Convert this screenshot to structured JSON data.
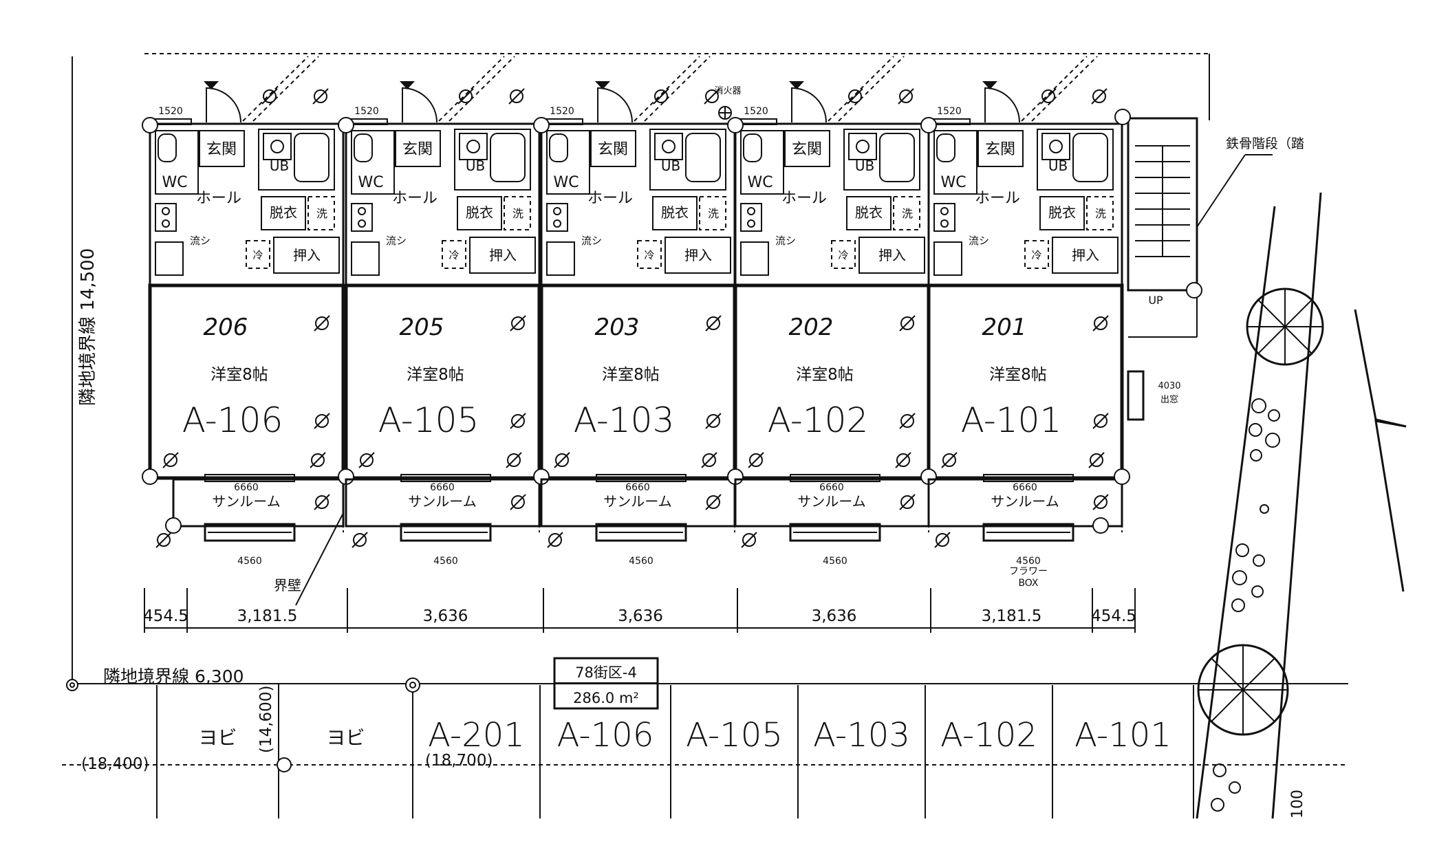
{
  "units": [
    {
      "hand": "206",
      "room": "洋室8帖",
      "code": "A-106"
    },
    {
      "hand": "205",
      "room": "洋室8帖",
      "code": "A-105"
    },
    {
      "hand": "203",
      "room": "洋室8帖",
      "code": "A-103"
    },
    {
      "hand": "202",
      "room": "洋室8帖",
      "code": "A-102"
    },
    {
      "hand": "201",
      "room": "洋室8帖",
      "code": "A-101"
    }
  ],
  "unit_labels": {
    "entrance": "玄関",
    "wc": "WC",
    "bath": "UB",
    "hall": "ホール",
    "dressing": "脱衣",
    "wash": "洗",
    "sink": "流シ",
    "fridge": "冷",
    "closet": "押入",
    "sunroom": "サンルーム",
    "sunroom_dim": "6660",
    "window_top": "1520",
    "window_bottom": "4560"
  },
  "extras": {
    "hydrant": "消火器",
    "stairs": "鉄骨階段（踏",
    "up": "UP",
    "window_side": "4030",
    "window_side_label": "出窓",
    "flower_box": [
      "フラワー",
      "BOX"
    ],
    "party_wall": "界壁"
  },
  "dimensions": [
    "454.5",
    "3,181.5",
    "3,636",
    "3,636",
    "3,636",
    "3,181.5",
    "454.5"
  ],
  "boundary_vertical": "隣地境界線 14,500",
  "boundary_horizontal": "隣地境界線 6,300",
  "lot": {
    "block": "78街区-4",
    "area": "286.0 m²"
  },
  "parking": [
    "ヨビ",
    "ヨビ",
    "A-201",
    "A-106",
    "A-105",
    "A-103",
    "A-102",
    "A-101"
  ],
  "lower_dims": {
    "left": "(18,400)",
    "mid": "(18,700)",
    "vert": "(14,600)",
    "corner": "100"
  }
}
